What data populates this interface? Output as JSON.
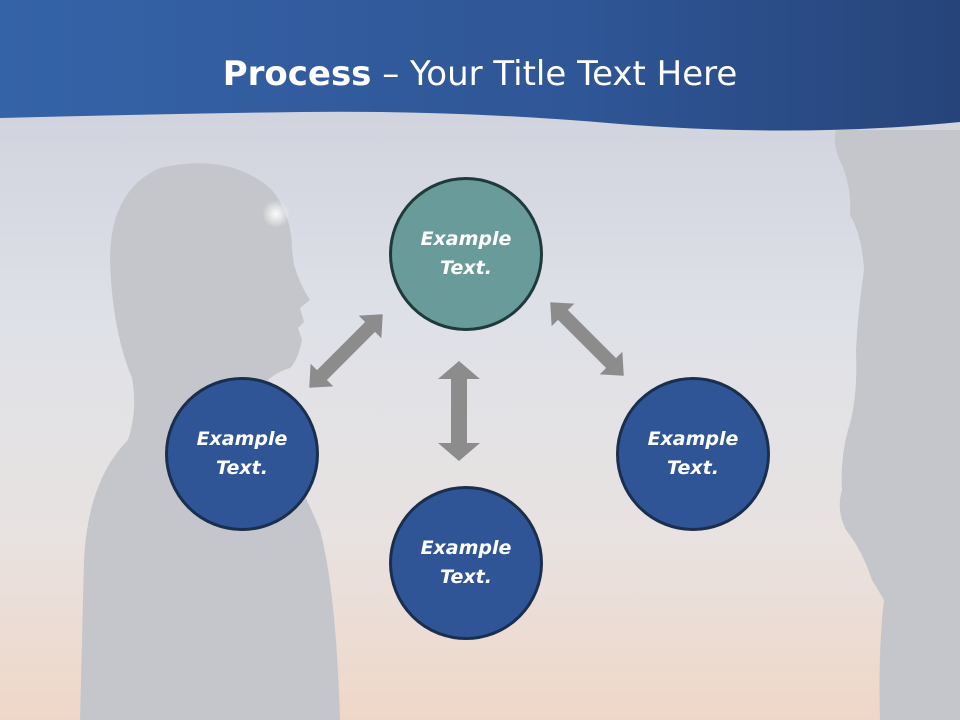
{
  "title": {
    "bold": "Process",
    "rest": " – Your Title Text Here"
  },
  "nodes": {
    "top": {
      "line1": "Example",
      "line2": "Text."
    },
    "left": {
      "line1": "Example",
      "line2": "Text."
    },
    "right": {
      "line1": "Example",
      "line2": "Text."
    },
    "bottom": {
      "line1": "Example",
      "line2": "Text."
    }
  },
  "colors": {
    "header_blue": "#2b5a9b",
    "node_blue": "#2f5597",
    "node_teal": "#6a9b9b",
    "arrow_gray": "#8c8c8c",
    "silhouette": "#c4c6cb"
  }
}
